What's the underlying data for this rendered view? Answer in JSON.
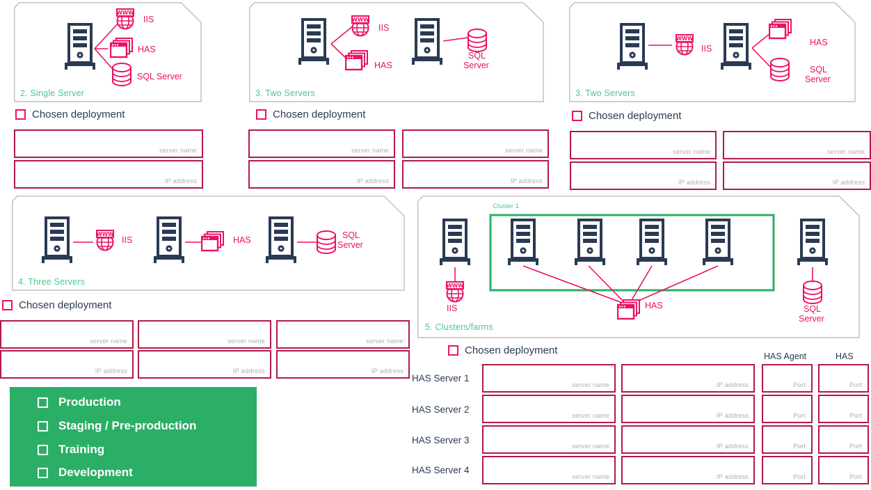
{
  "colors": {
    "panel_border": "#BDBDBD",
    "green_text": "#4CC88A",
    "green_box": "#2BAF67",
    "green_cluster_border": "#2BAF67",
    "pink_icon": "#EC1164",
    "pink_checkbox": "#EC1164",
    "field_border": "#B01A46",
    "placeholder": "#AFAFAF",
    "dark_text": "#2A3A54",
    "server_icon": "#2A3A54"
  },
  "placeholders": {
    "server_name": "server name",
    "ip_address": "IP address",
    "port": "Port"
  },
  "common": {
    "chosen_deployment": "Chosen deployment",
    "iis": "IIS",
    "has": "HAS",
    "sql_server": "SQL Server",
    "sql": "SQL",
    "server": "Server"
  },
  "panels": [
    {
      "id": "single-server",
      "title": "2. Single  Server",
      "checkbox_label": "Chosen deployment",
      "icon_labels": [
        "IIS",
        "HAS",
        "SQL Server"
      ],
      "fields": [
        {
          "placeholder": "server name"
        },
        {
          "placeholder": "IP address"
        }
      ]
    },
    {
      "id": "two-servers-a",
      "title": "3. Two Servers",
      "checkbox_label": "Chosen deployment",
      "icon_labels": [
        "IIS",
        "HAS",
        "SQL",
        "Server"
      ],
      "fields": [
        {
          "placeholder": "server name"
        },
        {
          "placeholder": "server name"
        },
        {
          "placeholder": "IP address"
        },
        {
          "placeholder": "IP address"
        }
      ]
    },
    {
      "id": "two-servers-b",
      "title": "3. Two Servers",
      "checkbox_label": "Chosen deployment",
      "icon_labels": [
        "IIS",
        "HAS",
        "SQL",
        "Server"
      ],
      "fields": [
        {
          "placeholder": "server name"
        },
        {
          "placeholder": "server name"
        },
        {
          "placeholder": "IP address"
        },
        {
          "placeholder": "IP address"
        }
      ]
    },
    {
      "id": "three-servers",
      "title": "4. Three Servers",
      "checkbox_label": "Chosen deployment",
      "icon_labels": [
        "IIS",
        "HAS",
        "SQL",
        "Server"
      ],
      "fields": [
        {
          "placeholder": "server name"
        },
        {
          "placeholder": "server name"
        },
        {
          "placeholder": "server name"
        },
        {
          "placeholder": "IP address"
        },
        {
          "placeholder": "IP address"
        },
        {
          "placeholder": "IP address"
        }
      ]
    },
    {
      "id": "clusters-farms",
      "title": "5. Clusters/farms",
      "cluster_label": "Cluster 1",
      "checkbox_label": "Chosen deployment",
      "icon_labels": [
        "IIS",
        "HAS",
        "SQL",
        "Server"
      ]
    }
  ],
  "has_table": {
    "column_headers": [
      "HAS Agent",
      "HAS"
    ],
    "rows": [
      {
        "label": "HAS  Server 1",
        "server_name": "server name",
        "ip_address": "IP address",
        "agent_port": "Port",
        "has_port": "Port"
      },
      {
        "label": "HAS  Server 2",
        "server_name": "server name",
        "ip_address": "IP address",
        "agent_port": "Port",
        "has_port": "Port"
      },
      {
        "label": "HAS  Server 3",
        "server_name": "server name",
        "ip_address": "IP address",
        "agent_port": "Port",
        "has_port": "Port"
      },
      {
        "label": "HAS  Server 4",
        "server_name": "server name",
        "ip_address": "IP address",
        "agent_port": "Port",
        "has_port": "Port"
      }
    ]
  },
  "environments": {
    "items": [
      {
        "label": "Production"
      },
      {
        "label": "Staging / Pre-production"
      },
      {
        "label": "Training"
      },
      {
        "label": "Development"
      }
    ]
  }
}
